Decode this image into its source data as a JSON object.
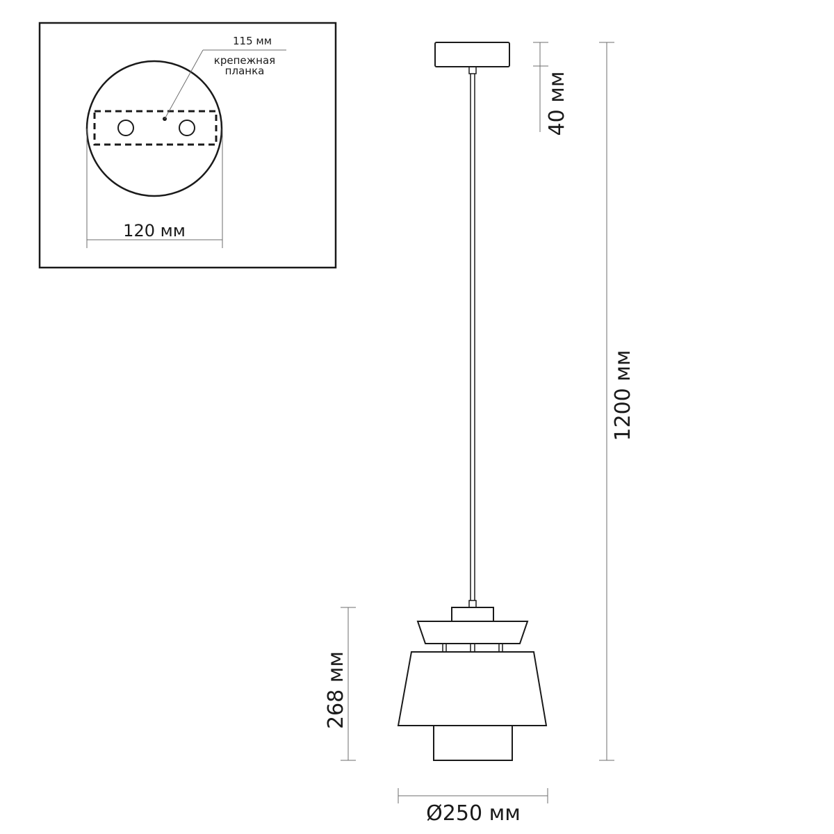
{
  "inset": {
    "bracket_spacing_label": "115 мм",
    "bracket_label_line1": "крепежная",
    "bracket_label_line2": "планка",
    "canopy_diameter_label": "120 мм"
  },
  "dimensions": {
    "canopy_height_label": "40 мм",
    "total_height_label": "1200 мм",
    "shade_height_label": "268 мм",
    "shade_diameter_label": "Ø250 мм"
  }
}
